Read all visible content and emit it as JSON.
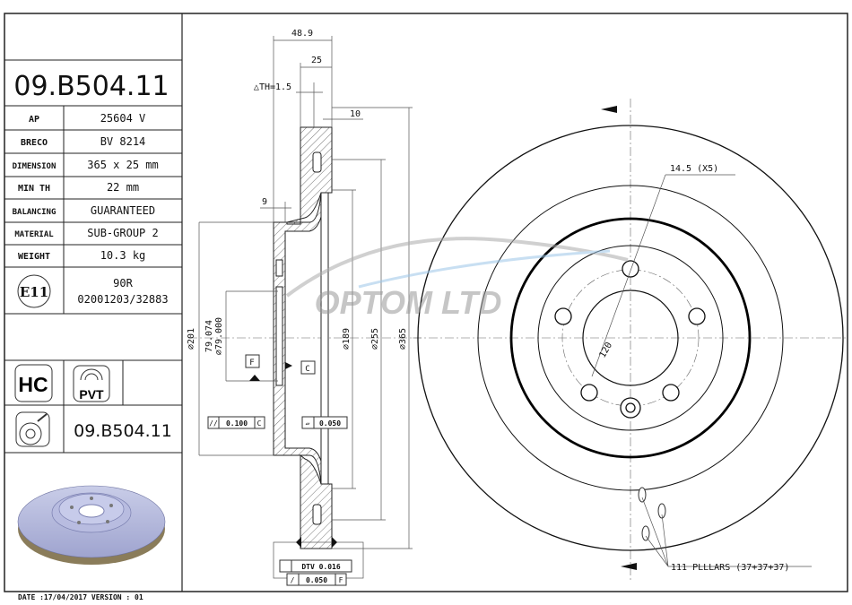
{
  "part_number": "09.B504.11",
  "specs": [
    {
      "label": "AP",
      "value": "25604 V"
    },
    {
      "label": "BRECO",
      "value": "BV 8214"
    },
    {
      "label": "DIMENSION",
      "value": "365 x 25 mm"
    },
    {
      "label": "MIN TH",
      "value": "22 mm"
    },
    {
      "label": "BALANCING",
      "value": "GUARANTEED"
    },
    {
      "label": "MATERIAL",
      "value": "SUB-GROUP 2"
    },
    {
      "label": "WEIGHT",
      "value": "10.3 kg"
    }
  ],
  "approval": {
    "mark": "E11",
    "line1": "90R",
    "line2": "02001203/32883"
  },
  "badges": {
    "hc": "HC",
    "pvt": "PVT"
  },
  "part_number_repeat": "09.B504.11",
  "footer": "DATE :17/04/2017 VERSION : 01",
  "watermark": "OPTOM LTD",
  "section": {
    "dim_overall": "48.9",
    "dim_thickness": "25",
    "delta_th": "△TH=1.5",
    "dim_10": "10",
    "dim_9": "9",
    "dia_201": "⌀201",
    "dia_79a": "79.074",
    "dia_79b": "⌀79.000",
    "dia_189": "⌀189",
    "dia_255": "⌀255",
    "dia_365": "⌀365",
    "datum_f": "F",
    "datum_c": "C",
    "tol_parallel": "0.100",
    "tol_parallel_ref": "C",
    "tol_flat": "0.050",
    "dtv_label": "DTV 0.016",
    "runout": "0.050",
    "runout_ref": "F"
  },
  "front": {
    "holes_note": "14.5 (X5)",
    "pcd": "120",
    "pillars_note": "111 PLLLARS (37+37+37)"
  }
}
